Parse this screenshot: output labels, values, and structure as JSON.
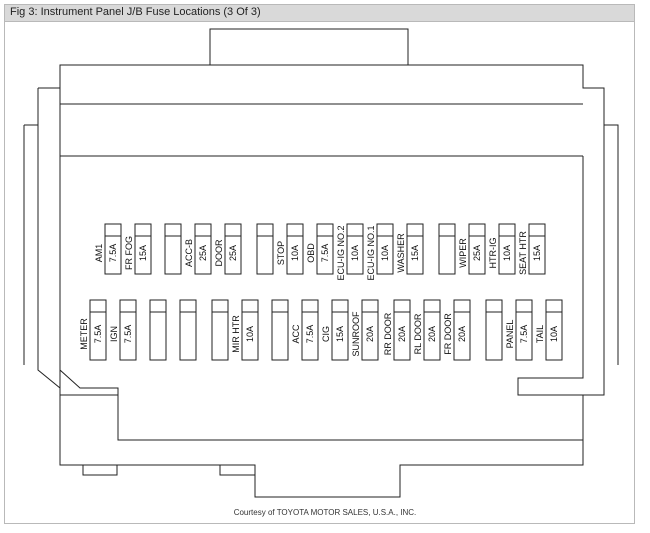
{
  "title": "Fig 3: Instrument Panel J/B Fuse Locations (3 Of 3)",
  "courtesy": "Courtesy of TOYOTA MOTOR SALES, U.S.A., INC.",
  "top_row": [
    {
      "name": "AM1",
      "rating": "7.5A"
    },
    {
      "name": "FR FOG",
      "rating": "15A"
    },
    {
      "name": "",
      "rating": ""
    },
    {
      "name": "ACC-B",
      "rating": "25A"
    },
    {
      "name": "DOOR",
      "rating": "25A"
    },
    {
      "name": "",
      "rating": ""
    },
    {
      "name": "STOP",
      "rating": "10A"
    },
    {
      "name": "OBD",
      "rating": "7.5A"
    },
    {
      "name": "ECU-IG NO.2",
      "rating": "10A"
    },
    {
      "name": "ECU-IG NO.1",
      "rating": "10A"
    },
    {
      "name": "WASHER",
      "rating": "15A"
    },
    {
      "name": "",
      "rating": ""
    },
    {
      "name": "WIPER",
      "rating": "25A"
    },
    {
      "name": "HTR-IG",
      "rating": "10A"
    },
    {
      "name": "SEAT HTR",
      "rating": "15A"
    }
  ],
  "bottom_row": [
    {
      "name": "METER",
      "rating": "7.5A"
    },
    {
      "name": "IGN",
      "rating": "7.5A"
    },
    {
      "name": "",
      "rating": ""
    },
    {
      "name": "",
      "rating": ""
    },
    {
      "name": "",
      "rating": ""
    },
    {
      "name": "MIR HTR",
      "rating": "10A"
    },
    {
      "name": "",
      "rating": ""
    },
    {
      "name": "ACC",
      "rating": "7.5A"
    },
    {
      "name": "CIG",
      "rating": "15A"
    },
    {
      "name": "SUNROOF",
      "rating": "20A"
    },
    {
      "name": "RR DOOR",
      "rating": "20A"
    },
    {
      "name": "RL DOOR",
      "rating": "20A"
    },
    {
      "name": "FR DOOR",
      "rating": "20A"
    },
    {
      "name": "",
      "rating": ""
    },
    {
      "name": "PANEL",
      "rating": "7.5A"
    },
    {
      "name": "TAIL",
      "rating": "10A"
    }
  ]
}
